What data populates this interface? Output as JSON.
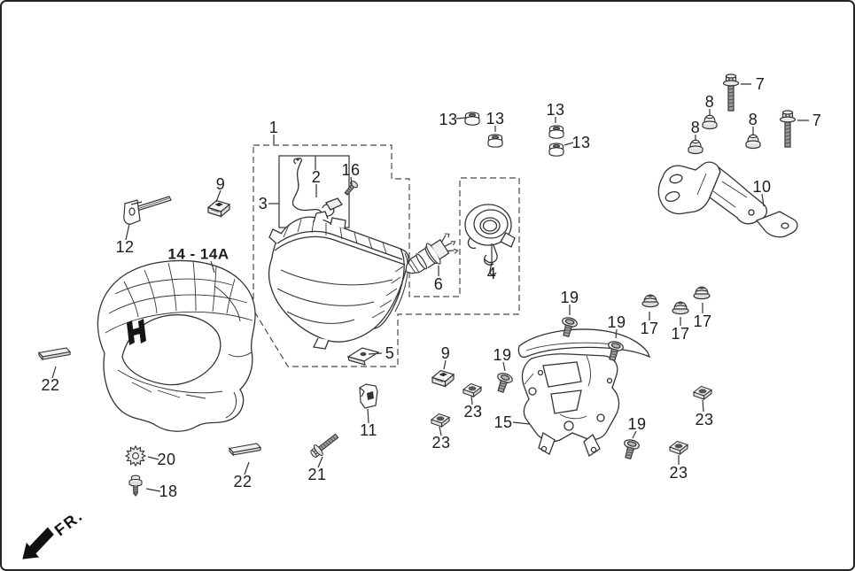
{
  "diagram": {
    "type": "exploded-parts-diagram",
    "subject": "motorcycle headlight and front cowl assembly",
    "direction_label": "FR.",
    "colors": {
      "background": "#ffffff",
      "line": "#333333",
      "label_text": "#1d1d1d",
      "border": "#232323",
      "dark_fill": "#2e2e2e"
    },
    "parts": {
      "p1": "1",
      "p2": "2",
      "p3": "3",
      "p4": "4",
      "p5": "5",
      "p6": "6",
      "p7": "7",
      "p8": "8",
      "p9": "9",
      "p10": "10",
      "p11": "11",
      "p12": "12",
      "p13": "13",
      "p14": "14 - 14A",
      "p15": "15",
      "p16": "16",
      "p17": "17",
      "p18": "18",
      "p19": "19",
      "p20": "20",
      "p21": "21",
      "p22": "22",
      "p23": "23"
    }
  }
}
